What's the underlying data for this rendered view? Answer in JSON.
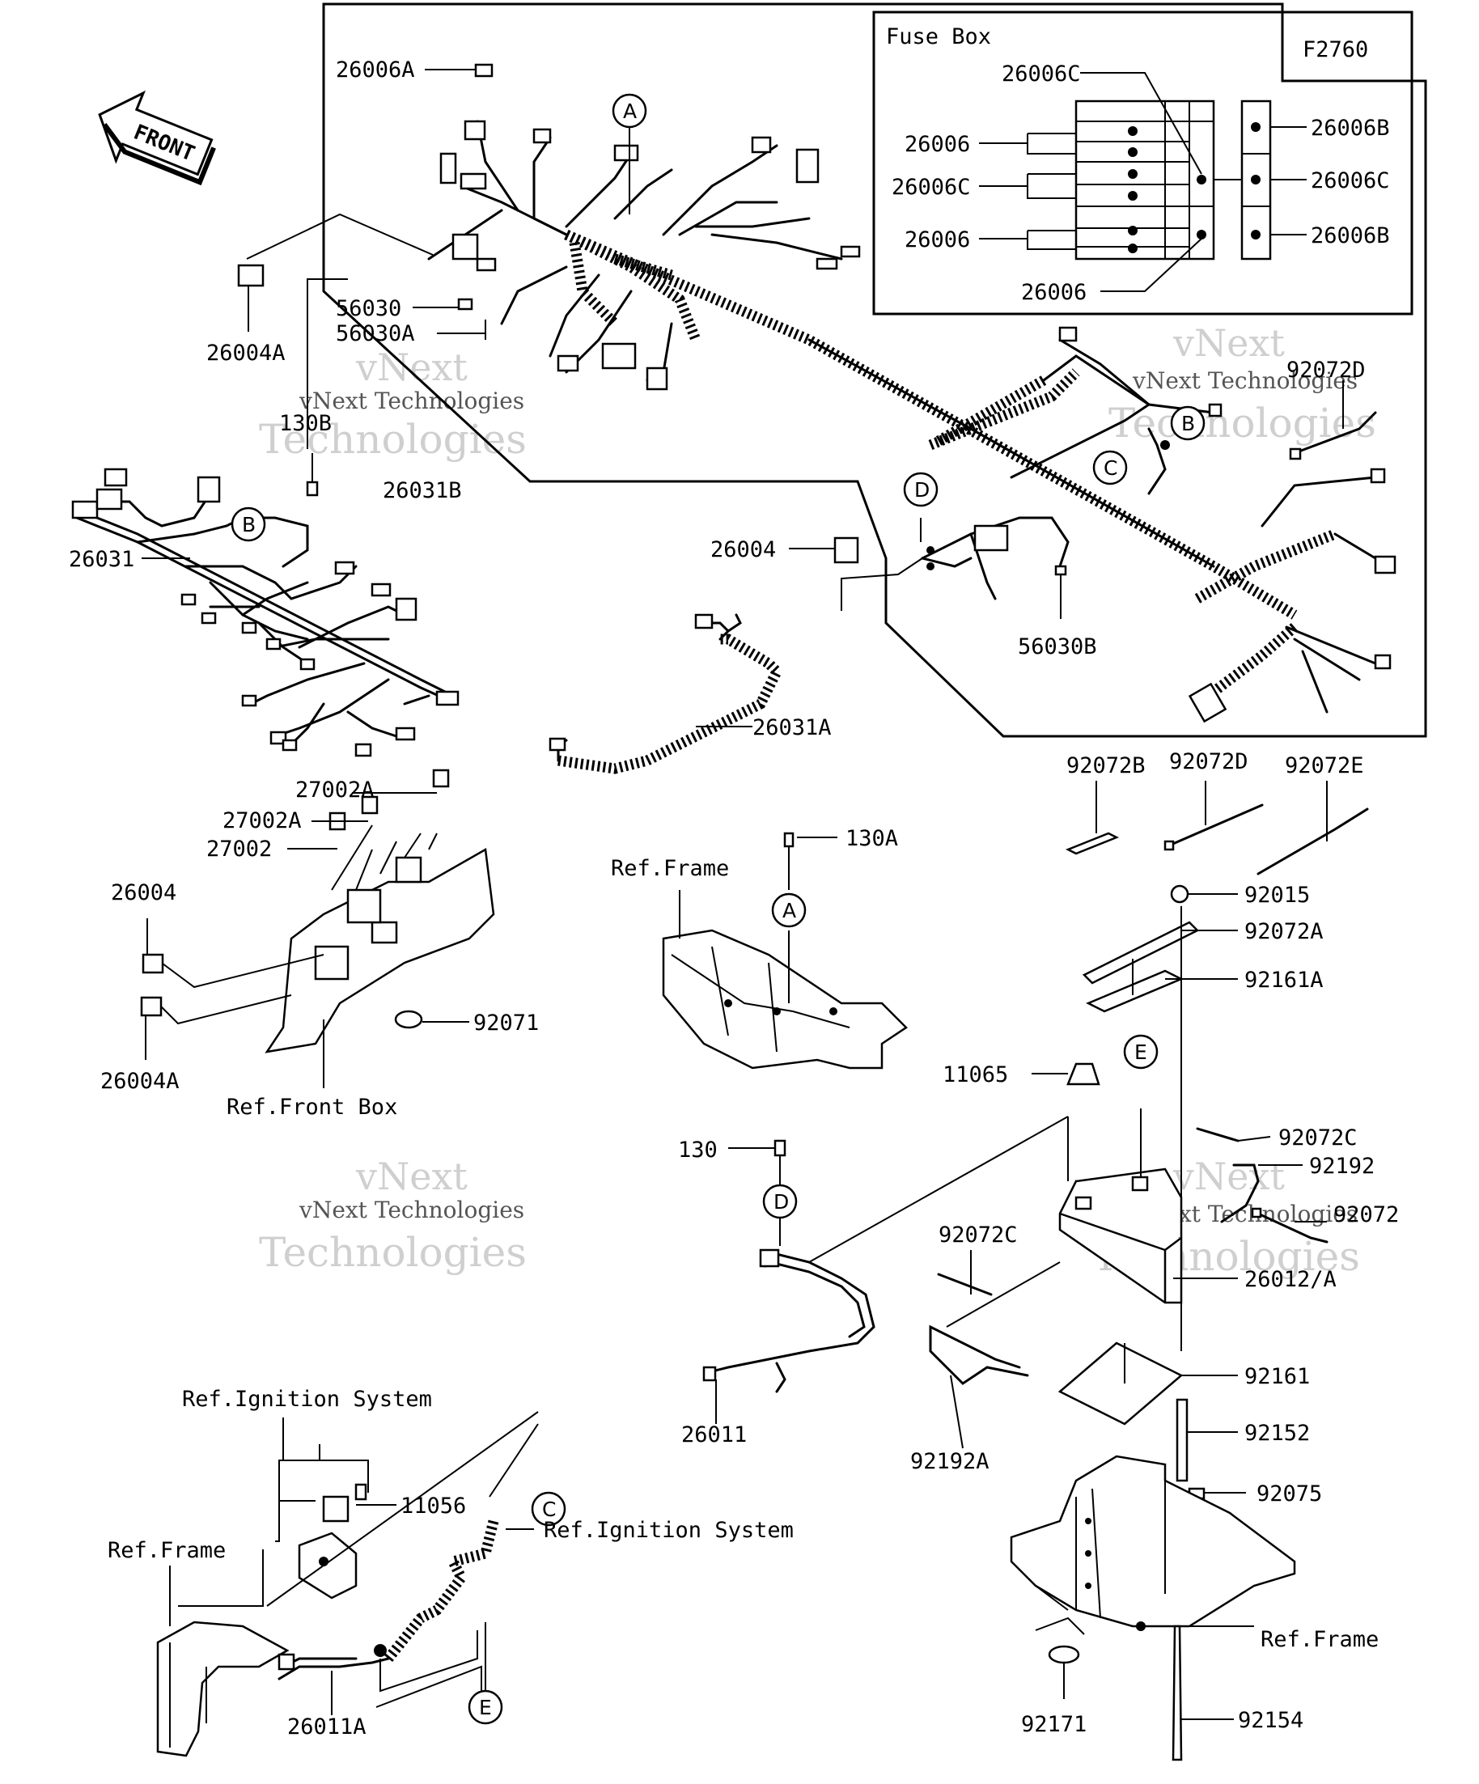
{
  "diagram_code": "F2760",
  "fuse_box": {
    "title": "Fuse Box",
    "labels": {
      "l_26006C_top": "26006C",
      "l_26006_1": "26006",
      "l_26006C_mid": "26006C",
      "l_26006_2": "26006",
      "l_26006_bottom": "26006",
      "l_26006B_1": "26006B",
      "l_26006C_right": "26006C",
      "l_26006B_2": "26006B"
    }
  },
  "front_arrow": "FRONT",
  "watermark": {
    "line1": "vNext",
    "line2": "vNext Technologies",
    "line3": "Technologies"
  },
  "circle_refs": {
    "A": "A",
    "B": "B",
    "C": "C",
    "D": "D",
    "E": "E"
  },
  "part_labels": {
    "p26006A": "26006A",
    "p26004A_top": "26004A",
    "p56030": "56030",
    "p56030A": "56030A",
    "p130B": "130B",
    "p26031B": "26031B",
    "p26031": "26031",
    "p26004_mid": "26004",
    "p56030B": "56030B",
    "p92072D_top": "92072D",
    "p26031A": "26031A",
    "p27002A_1": "27002A",
    "p27002A_2": "27002A",
    "p27002": "27002",
    "p26004_left": "26004",
    "p26004A_left": "26004A",
    "p92071": "92071",
    "p130A": "130A",
    "p92072B": "92072B",
    "p92072D": "92072D",
    "p92072E": "92072E",
    "p92015": "92015",
    "p92072A": "92072A",
    "p92161A": "92161A",
    "p11065": "11065",
    "p92072C_r": "92072C",
    "p92192": "92192",
    "p92072": "92072",
    "p130": "130",
    "p92072C_l": "92072C",
    "p26012A": "26012/A",
    "p92161": "92161",
    "p26011": "26011",
    "p92192A": "92192A",
    "p92152": "92152",
    "p92075": "92075",
    "p11056": "11056",
    "p26011A": "26011A",
    "p92171": "92171",
    "p92154": "92154"
  },
  "ref_labels": {
    "frame_mid": "Ref.Frame",
    "front_box": "Ref.Front Box",
    "ignition_top": "Ref.Ignition System",
    "frame_bl": "Ref.Frame",
    "ignition_right": "Ref.Ignition System",
    "frame_br": "Ref.Frame"
  }
}
